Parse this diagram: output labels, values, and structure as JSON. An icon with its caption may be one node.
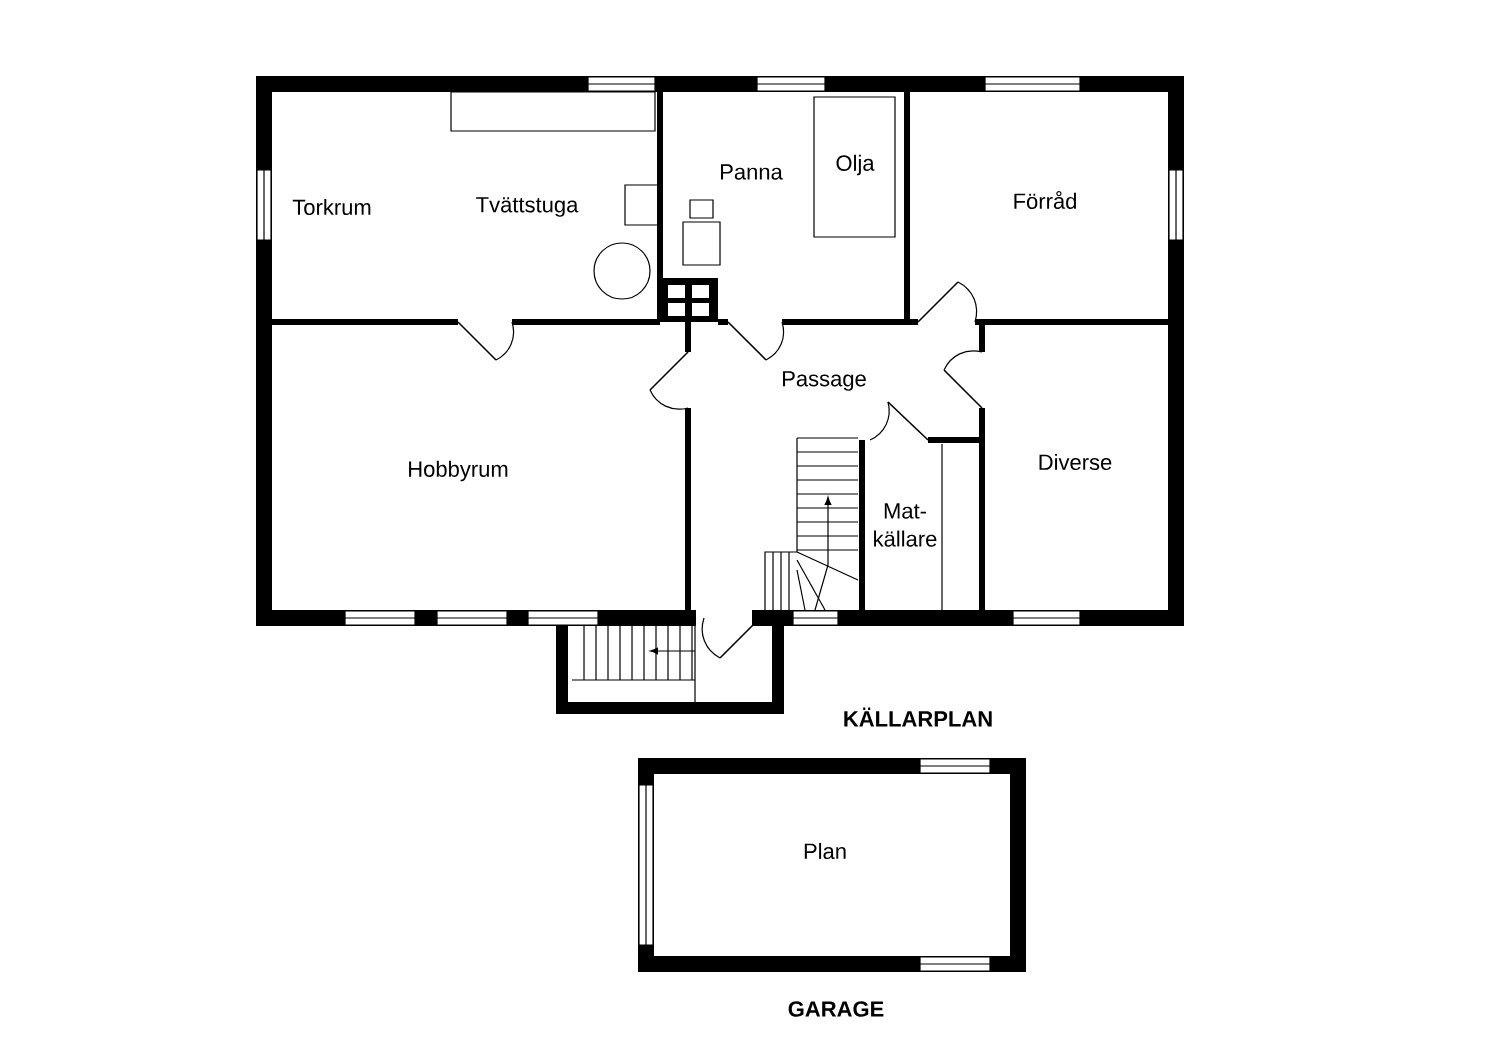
{
  "diagram": {
    "labels": [
      "Olja",
      "Panna",
      "Förråd",
      "Torkrum",
      "Tvättstuga",
      "Passage",
      "Diverse",
      "Hobbyrum",
      "Mat-källare",
      "KÄLLARPLAN",
      "Plan",
      "GARAGE"
    ]
  }
}
